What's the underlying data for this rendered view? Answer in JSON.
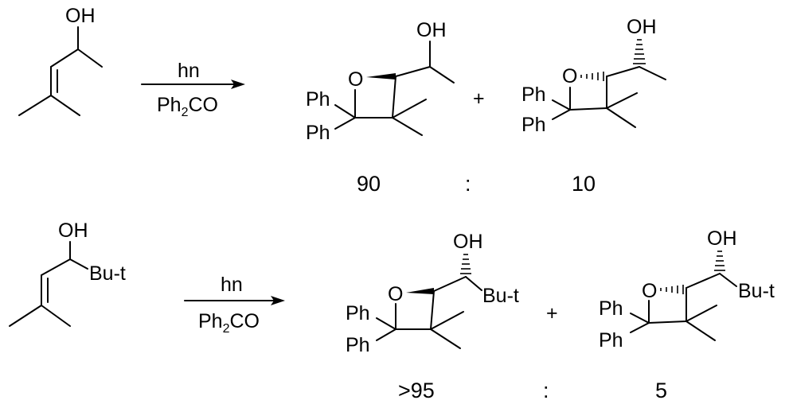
{
  "labels": {
    "oh": "OH",
    "o": "O",
    "ph": "Ph",
    "but": "Bu-t",
    "plus": "+",
    "colon": ":",
    "hv": "hn",
    "reagent_main": "Ph",
    "reagent_sub": "2",
    "reagent_tail": "CO"
  },
  "ratios": {
    "r1_major": "90",
    "r1_minor": "10",
    "r2_major": ">95",
    "r2_minor": "5"
  }
}
